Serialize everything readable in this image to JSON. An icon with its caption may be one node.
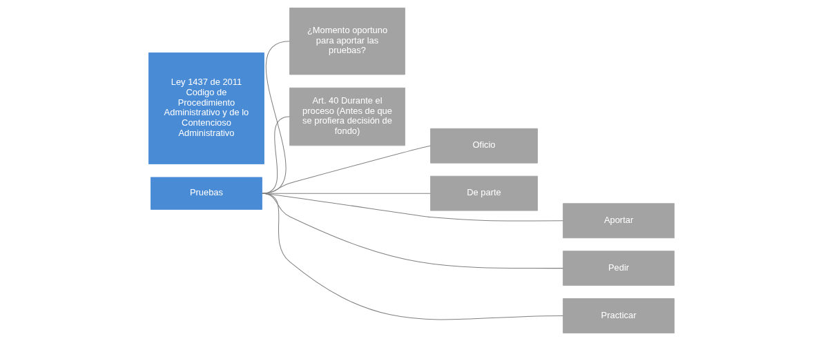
{
  "diagram": {
    "nodes": [
      {
        "text": [
          "Ley 1437 de 2011 Codigo de Procedimiento Administrativo y de lo Contencioso Administrativo"
        ]
      },
      {
        "text": [
          "Pruebas"
        ]
      },
      {
        "text": [
          "¿Momento oportuno para aportar las pruebas?"
        ]
      },
      {
        "text": [
          "Art. 40 Durante el proceso (Antes de que se profiera decisión de fondo)"
        ]
      },
      {
        "text": [
          "Oficio"
        ]
      },
      {
        "text": [
          "De parte"
        ]
      },
      {
        "text": [
          "Aportar"
        ]
      },
      {
        "text": [
          "Pedir"
        ]
      },
      {
        "text": [
          "Practicar"
        ]
      }
    ],
    "edges": [
      {
        "from": 1,
        "to": 2,
        "arrow": "none"
      },
      {
        "from": 1,
        "to": 3,
        "arrow": "none"
      },
      {
        "from": 1,
        "to": 4,
        "arrow": "none"
      },
      {
        "from": 1,
        "to": 5,
        "arrow": "none"
      },
      {
        "from": 1,
        "to": 6,
        "arrow": "none"
      },
      {
        "from": 1,
        "to": 7,
        "arrow": "none"
      },
      {
        "from": 1,
        "to": 8,
        "arrow": "none"
      }
    ]
  }
}
